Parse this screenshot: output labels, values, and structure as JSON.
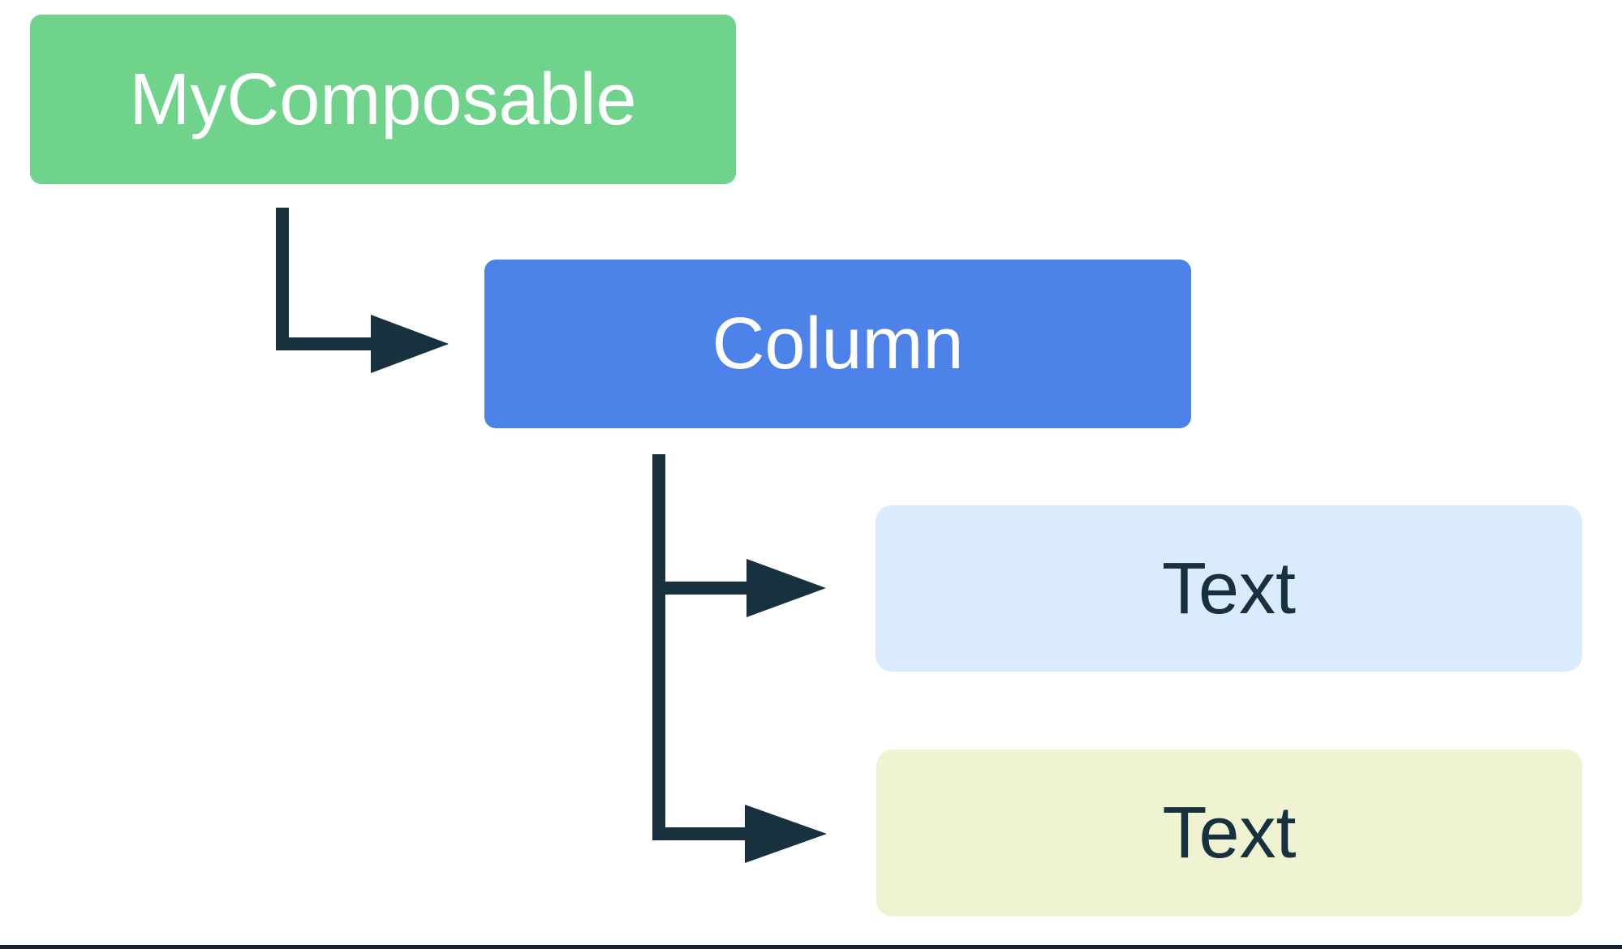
{
  "diagram": {
    "type": "tree",
    "background": "#ffffff",
    "connector_color": "#17313f",
    "bottom_border_color": "#152430",
    "nodes": [
      {
        "id": "mycomposable",
        "label": "MyComposable",
        "fill": "#70d38c",
        "text_color": "#ffffff"
      },
      {
        "id": "column",
        "label": "Column",
        "fill": "#4d82e9",
        "text_color": "#ffffff"
      },
      {
        "id": "text1",
        "label": "Text",
        "fill": "#d9ebfc",
        "text_color": "#17313f"
      },
      {
        "id": "text2",
        "label": "Text",
        "fill": "#eff3d2",
        "text_color": "#17313f"
      }
    ],
    "edges": [
      {
        "from": "mycomposable",
        "to": "column"
      },
      {
        "from": "column",
        "to": "text1"
      },
      {
        "from": "column",
        "to": "text2"
      }
    ]
  }
}
